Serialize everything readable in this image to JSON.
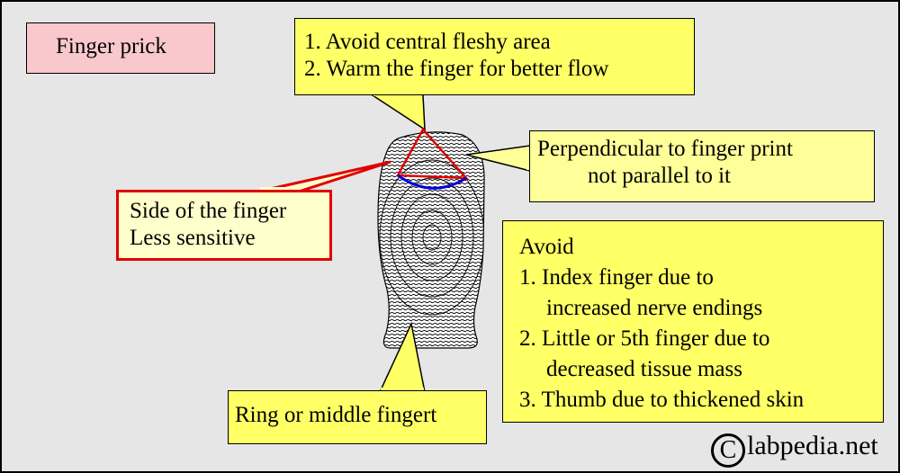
{
  "title": "Finger prick",
  "top_callout": {
    "lines": [
      "1. Avoid  central fleshy area",
      "2. Warm the finger for better flow"
    ]
  },
  "perpendicular_callout": {
    "lines": [
      "Perpendicular to finger print",
      "not parallel to it"
    ]
  },
  "side_callout": {
    "lines": [
      "Side of the finger",
      "Less sensitive"
    ]
  },
  "ring_callout": {
    "text": "Ring or middle fingert"
  },
  "avoid_callout": {
    "heading": "Avoid",
    "lines": [
      "1. Index finger due to",
      "increased nerve endings",
      "2. Little or 5th finger due to",
      "decreased tissue mass",
      "3. Thumb due to thickened skin"
    ]
  },
  "watermark": {
    "symbol": "C",
    "text": "labpedia.net"
  },
  "colors": {
    "background": "#e6e6e6",
    "title_fill": "#f9c8cc",
    "callout_yellow": "#ffff66",
    "callout_pale": "#ffffcc",
    "puncture_zone": "#e00000",
    "puncture_arc": "#0000e0"
  }
}
